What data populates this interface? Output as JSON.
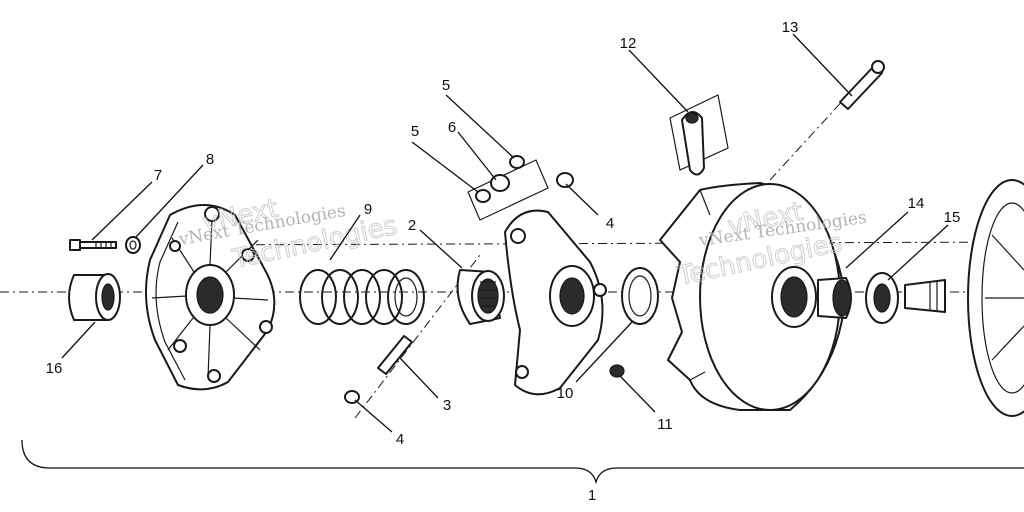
{
  "callouts": {
    "c1": "1",
    "c2": "2",
    "c3": "3",
    "c4a": "4",
    "c4b": "4",
    "c5a": "5",
    "c5b": "5",
    "c6": "6",
    "c7": "7",
    "c8": "8",
    "c9": "9",
    "c10": "10",
    "c11": "11",
    "c12": "12",
    "c13": "13",
    "c14": "14",
    "c15": "15",
    "c16": "16"
  },
  "watermark": {
    "line1": "vNext Technologies",
    "line2": "vNext Technologies",
    "line3": "vNext",
    "line4": "Technologies"
  }
}
